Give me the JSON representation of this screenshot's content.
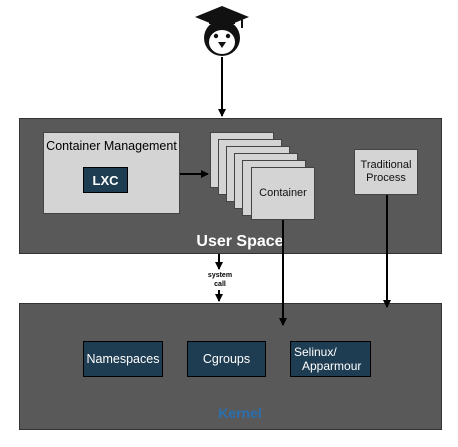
{
  "user_space": {
    "title": "User Space",
    "container_management": {
      "label": "Container Management",
      "lxc": "LXC"
    },
    "container": {
      "label": "Container"
    },
    "traditional_process": {
      "line1": "Traditional",
      "line2": "Process"
    }
  },
  "syscall": {
    "line1": "system",
    "line2": "call"
  },
  "kernel": {
    "title": "Kernel",
    "namespaces": "Namespaces",
    "cgroups": "Cgroups",
    "selinux": {
      "line1": "Selinux/",
      "line2": "Apparmour"
    }
  },
  "colors": {
    "panel": "#595959",
    "box_light": "#d4d4d4",
    "box_dark": "#1f3d52",
    "kernel_title": "#2a6fb0",
    "arrow": "#000000"
  },
  "icons": {
    "mascot": "graduate-penguin-icon"
  }
}
